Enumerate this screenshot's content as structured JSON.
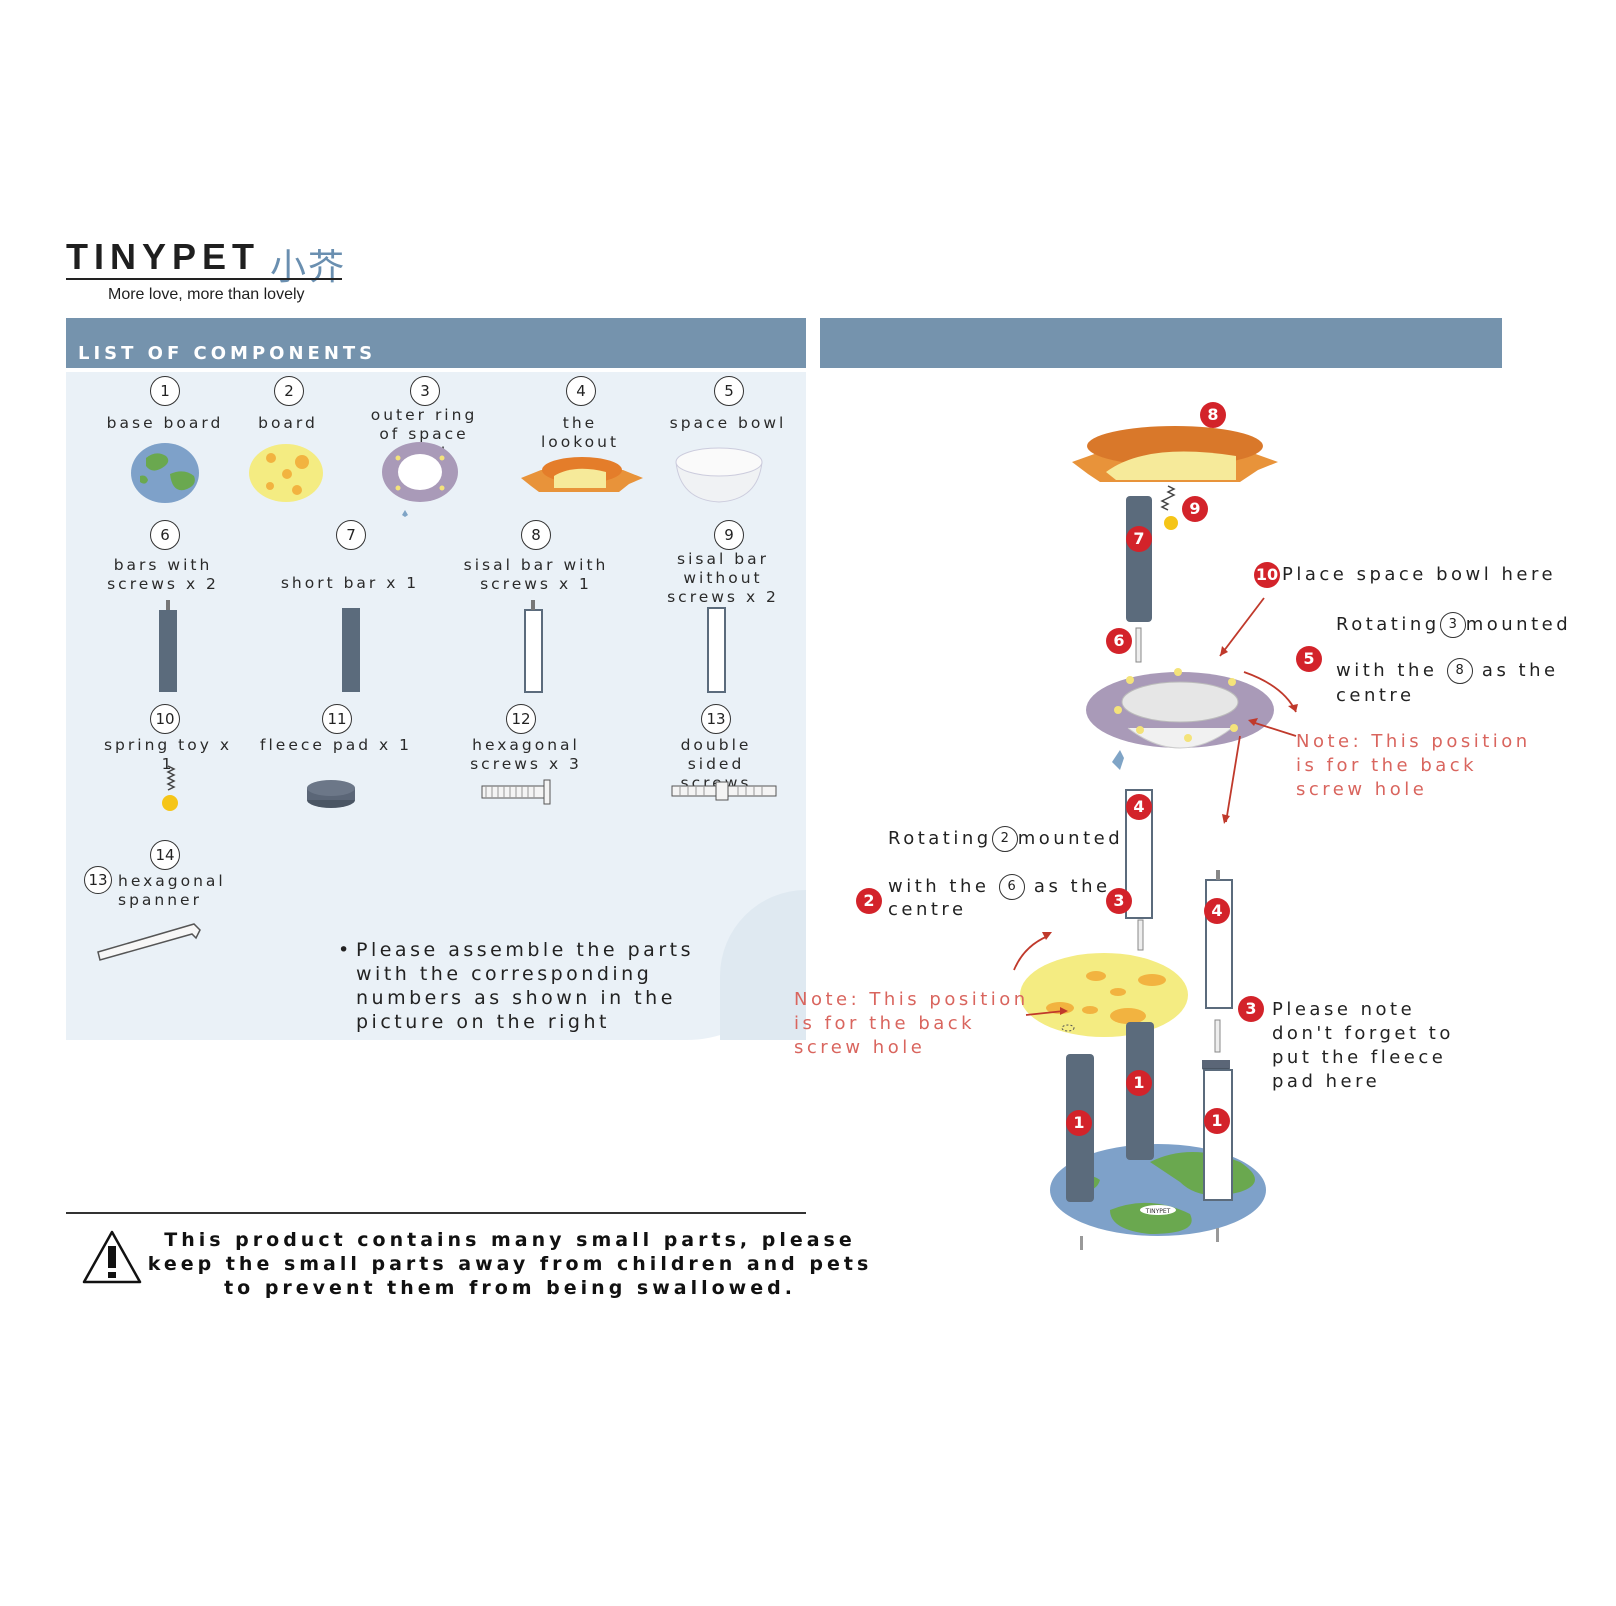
{
  "brand": {
    "name": "TINYPET",
    "chinese": "小芥",
    "tagline": "More love, more than lovely"
  },
  "components": {
    "title": "LIST OF COMPONENTS",
    "items": [
      {
        "num": "1",
        "label": "base board"
      },
      {
        "num": "2",
        "label": "board"
      },
      {
        "num": "3",
        "label": "outer ring of space bowl"
      },
      {
        "num": "4",
        "label": "the lookout"
      },
      {
        "num": "5",
        "label": "space bowl"
      },
      {
        "num": "6",
        "label": "bars with screws x 2"
      },
      {
        "num": "7",
        "label": "short bar x 1"
      },
      {
        "num": "8",
        "label": "sisal bar with screws x 1"
      },
      {
        "num": "9",
        "label": "sisal bar without screws x 2"
      },
      {
        "num": "10",
        "label": "spring toy x 1"
      },
      {
        "num": "11",
        "label": "fleece pad x 1"
      },
      {
        "num": "12",
        "label": "hexagonal screws x 3"
      },
      {
        "num": "13",
        "label": "double sided screws"
      },
      {
        "num": "14",
        "label": "hexagonal spanner",
        "prefix": "13"
      }
    ],
    "bullet": "Please assemble the parts with the corresponding numbers as shown in the picture on the right"
  },
  "diagram": {
    "labels": [
      "1",
      "1",
      "1",
      "2",
      "3",
      "3",
      "4",
      "4",
      "5",
      "6",
      "7",
      "8",
      "9",
      "10"
    ],
    "place_bowl": "Place space bowl here",
    "rot_top": {
      "pre": "Rotating",
      "num": "3",
      "post": "mounted",
      "with": "with the",
      "num2": "8",
      "as": "as the",
      "centre": "centre"
    },
    "rot_mid": {
      "pre": "Rotating",
      "num": "2",
      "post": "mounted",
      "with": "with the",
      "num2": "6",
      "as": "as the",
      "centre": "centre"
    },
    "note_right": "Note: This position is for the back screw hole",
    "note_left": "Note: This position is for the back screw hole",
    "fleece_note": "Please note don't forget to put the fleece pad here",
    "logo_small": "TINYPET"
  },
  "warning": "This product contains many small parts, please keep the small parts away from children and pets to prevent them from being swallowed.",
  "colors": {
    "header": "#7593ad",
    "panel": "#eaf1f7",
    "red": "#d3232a",
    "note": "#d9655e",
    "bar": "#5b6b7c"
  }
}
